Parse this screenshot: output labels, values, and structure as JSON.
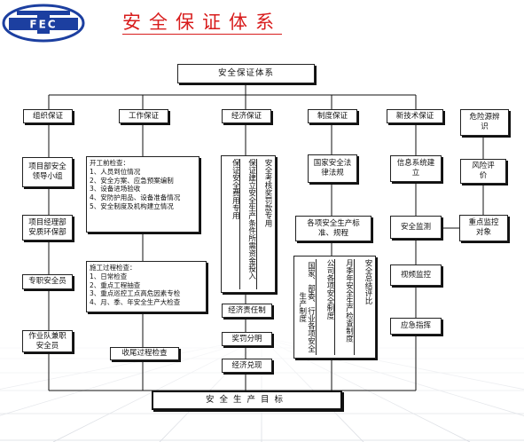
{
  "title": "安全保证体系",
  "logo_text": "FEC",
  "top": "安全保证体系",
  "bottom": "安全生产目标",
  "columns": [
    {
      "header": "组织保证",
      "items": [
        "项目部安全领导小组",
        "项目经理部安质环保部",
        "专职安全员",
        "作业队兼职安全员"
      ]
    },
    {
      "header": "工作保证",
      "items": [
        "开工前检查：\n1、人员到位情况\n2、安全方案、应急预案编制\n3、设备进场验收\n4、安防护用品、设备准备情况\n5、安全制度及机构建立情况",
        "施工过程检查：\n1、日常检查\n2、重点工程抽查\n3、重点巡控工点高危因素专检\n4、月、季、年安全生产大检查",
        "收尾过程检查"
      ]
    },
    {
      "header": "经济保证",
      "vertical": [
        "保证安全费用专用",
        "保证建立安全生产条件所需资金投入",
        "安全考核奖罚款专用"
      ],
      "items": [
        "经济责任制",
        "奖罚分明",
        "经济兑现"
      ]
    },
    {
      "header": "制度保证",
      "items": [
        "国家安全法律法规",
        "各项安全生产标准、规程"
      ],
      "vertical": [
        "国家、部委、行业各项安全生产制度",
        "公司各项安全制度",
        "月季年安全生产检查制度",
        "安全总结评比"
      ]
    },
    {
      "header": "新技术保证",
      "items": [
        "信息系统建立",
        "安全监测",
        "视频监控",
        "应急指挥"
      ]
    },
    {
      "header": "危险源辨识",
      "items": [
        "风险评价",
        "重点监控对象"
      ]
    }
  ]
}
